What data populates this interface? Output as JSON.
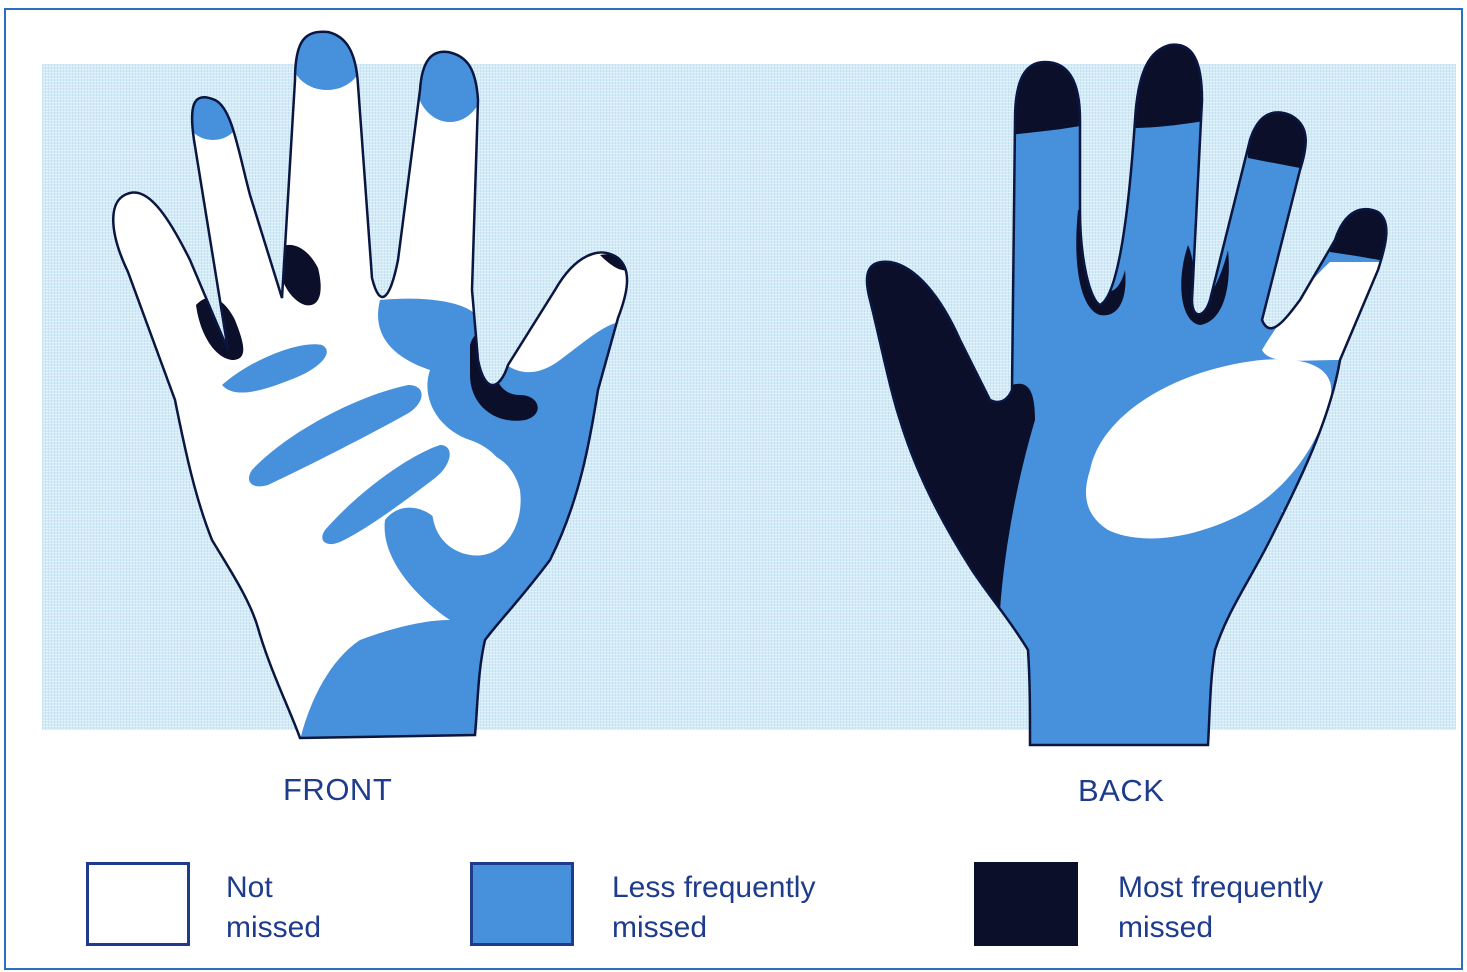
{
  "labels": {
    "front": "FRONT",
    "back": "BACK"
  },
  "legend": [
    {
      "line1": "Not",
      "line2": "missed",
      "color": "#ffffff"
    },
    {
      "line1": "Less frequently",
      "line2": "missed",
      "color": "#4690dc"
    },
    {
      "line1": "Most frequently",
      "line2": "missed",
      "color": "#0b0f2a"
    }
  ],
  "colors": {
    "outline": "#0a1640",
    "background": "#d4ecf8",
    "text": "#1e3b8c",
    "frame": "#2a6fbf"
  }
}
